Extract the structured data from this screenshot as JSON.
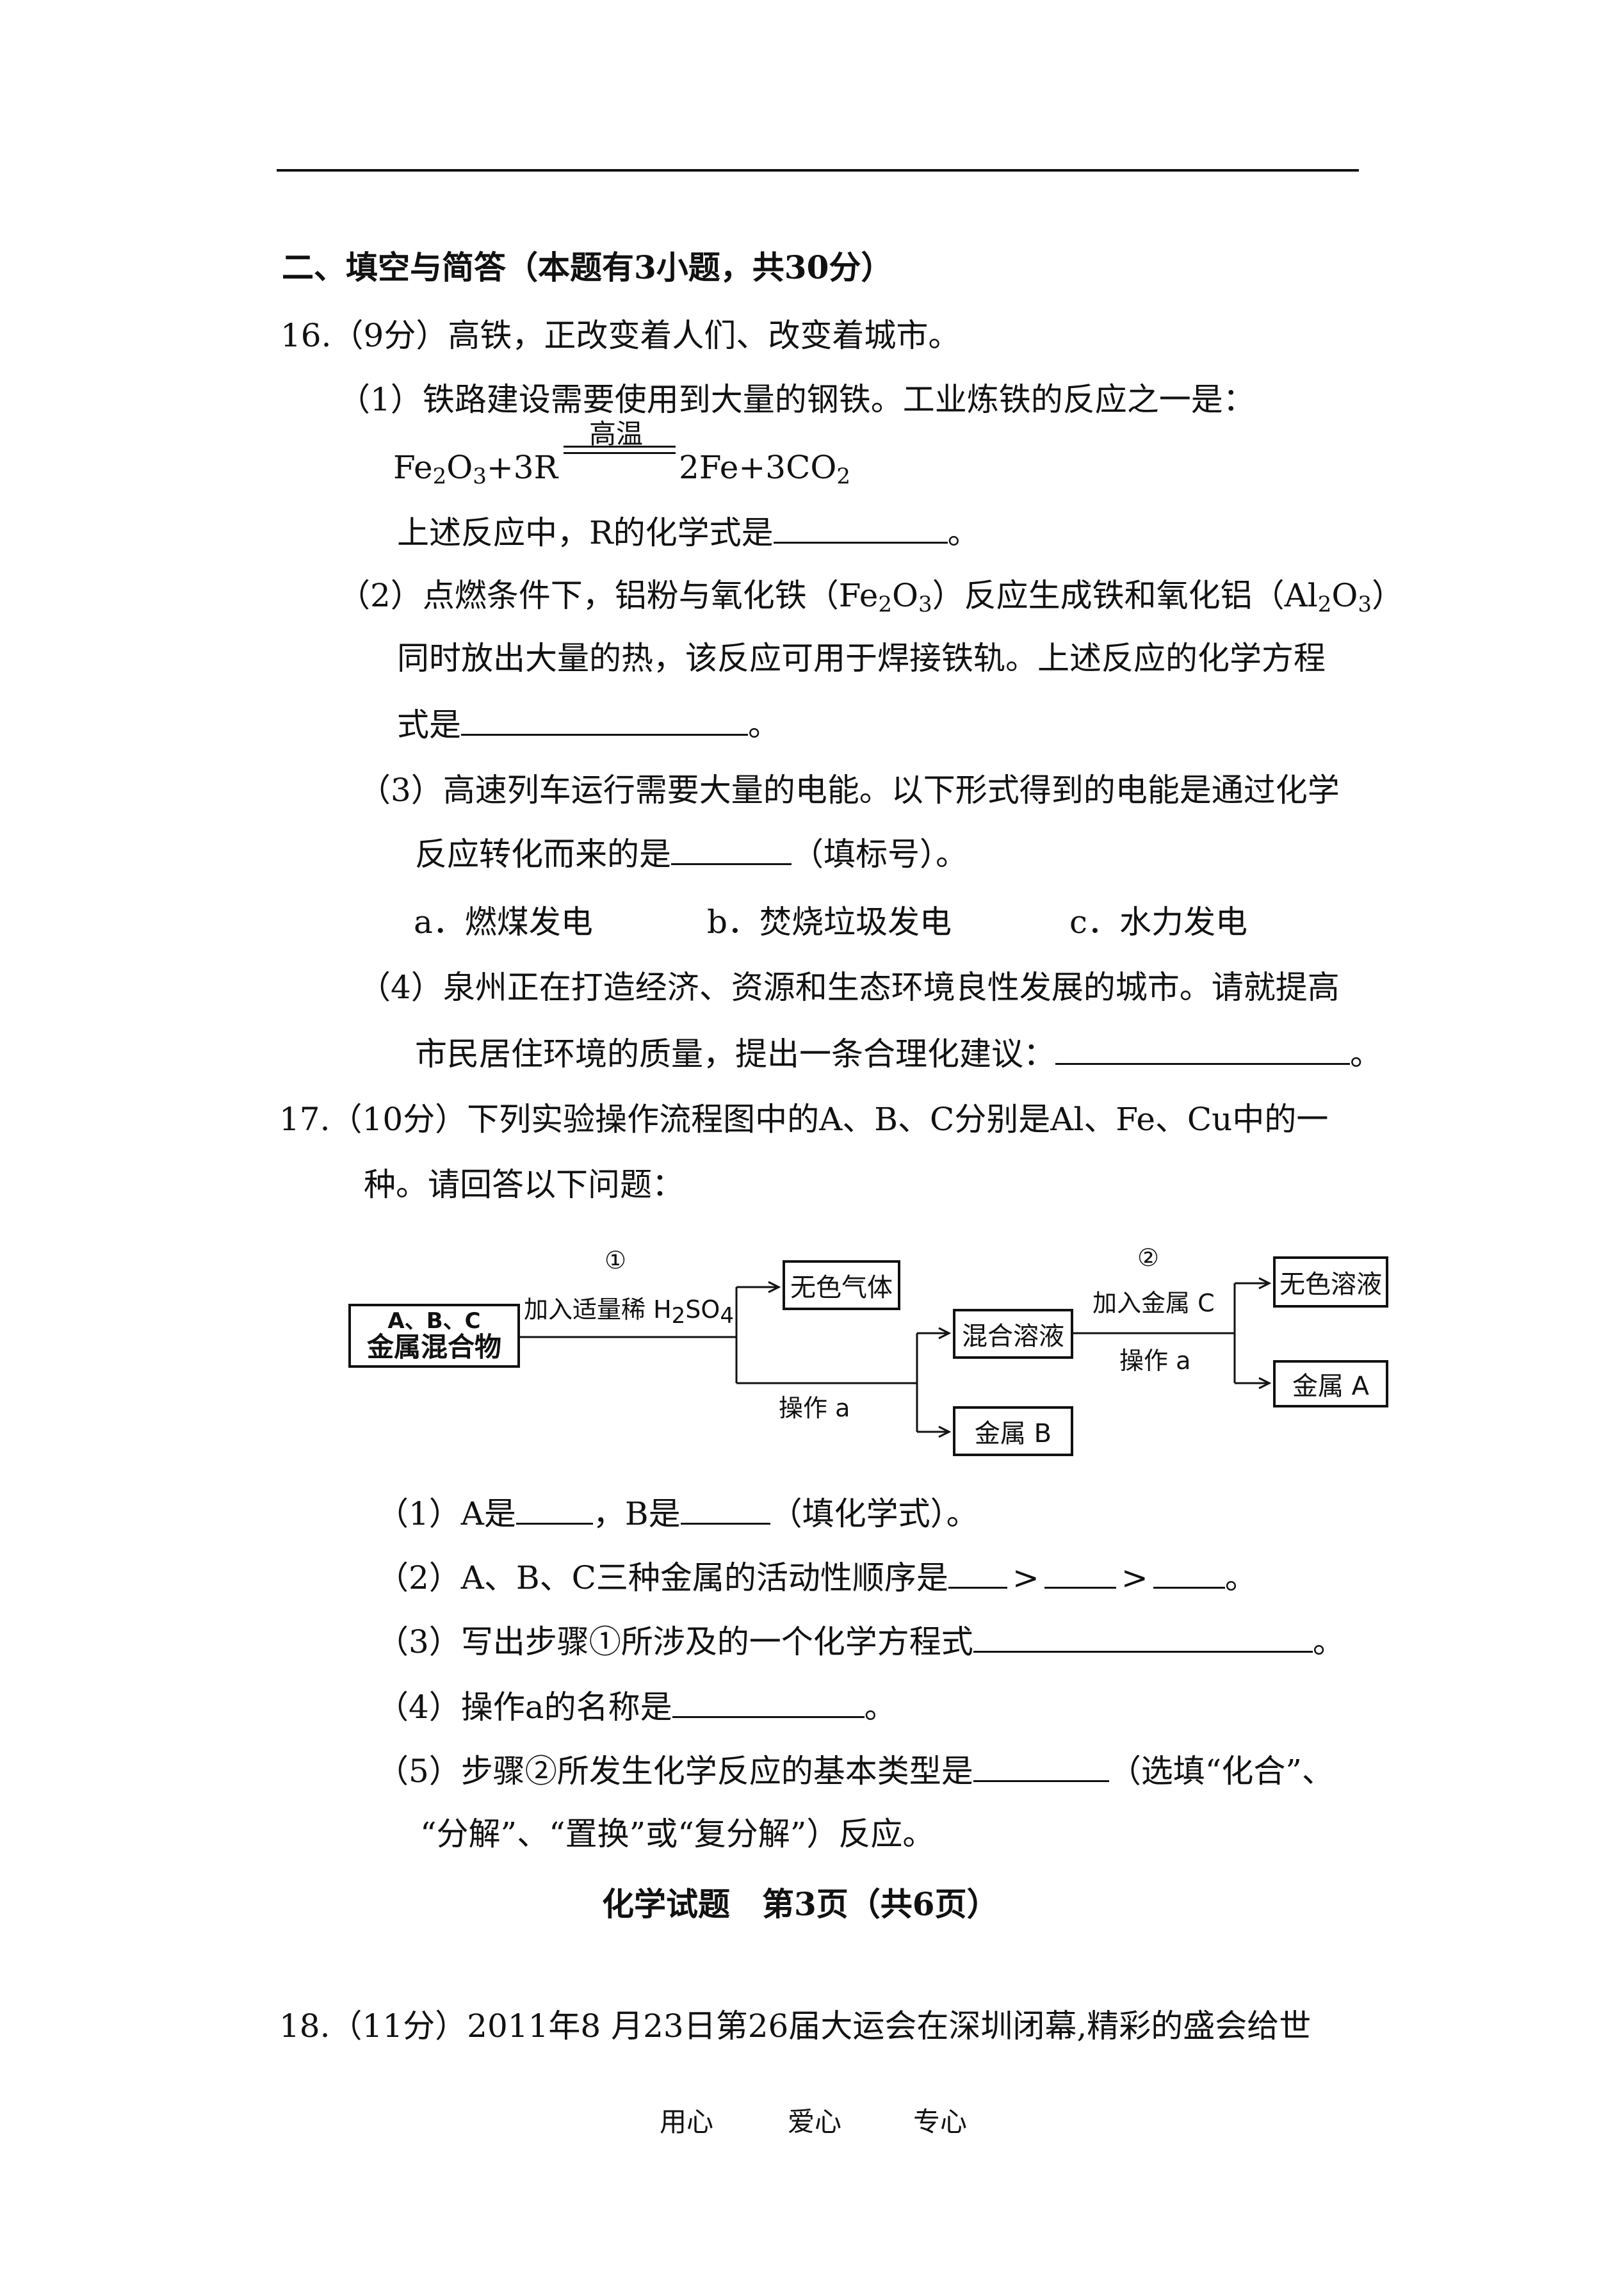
{
  "section_title": "二、填空与简答（本题有3小题，共30分）",
  "q16": {
    "number": "16.",
    "score": "（9分）",
    "stem": "高铁，正改变着人们、改变着城市。",
    "p1": {
      "label": "（1）",
      "text": "铁路建设需要使用到大量的钢铁。工业炼铁的反应之一是：",
      "eq_left": "Fe",
      "eq_s1": "2",
      "eq_o": "O",
      "eq_s2": "3",
      "eq_plus": "+3R",
      "eq_cond": "高温",
      "eq_right": "2Fe+3CO",
      "eq_s3": "2",
      "ask_a": "上述反应中，R的化学式是",
      "ask_end": "。"
    },
    "p2": {
      "label": "（2）",
      "l1a": "点燃条件下，铝粉与氧化铁（Fe",
      "l1s1": "2",
      "l1b": "O",
      "l1s2": "3",
      "l1c": "）反应生成铁和氧化铝（Al",
      "l1s3": "2",
      "l1d": "O",
      "l1s4": "3",
      "l1e": "）",
      "l2": "同时放出大量的热，该反应可用于焊接铁轨。上述反应的化学方程",
      "l3a": "式是",
      "l3end": "。"
    },
    "p3": {
      "label": "（3）",
      "l1": "高速列车运行需要大量的电能。以下形式得到的电能是通过化学",
      "l2a": "反应转化而来的是",
      "l2b": "（填标号）。",
      "opt_a": "a．燃煤发电",
      "opt_b": "b．焚烧垃圾发电",
      "opt_c": "c．水力发电"
    },
    "p4": {
      "label": "（4）",
      "l1": "泉州正在打造经济、资源和生态环境良性发展的城市。请就提高",
      "l2a": "市民居住环境的质量，提出一条合理化建议：",
      "l2end": "。"
    }
  },
  "q17": {
    "number": "17.",
    "score": "（10分）",
    "l1": "下列实验操作流程图中的A、B、C分别是Al、Fe、Cu中的一",
    "l2": "种。请回答以下问题：",
    "flow": {
      "start_l1": "A、B、C",
      "start_l2": "金属混合物",
      "step1_mark": "①",
      "step1_label": "加入适量稀 H",
      "step1_s1": "2",
      "step1_label2": "SO",
      "step1_s2": "4",
      "gas": "无色气体",
      "op_a1": "操作 a",
      "mix": "混合溶液",
      "metal_b": "金属 B",
      "step2_mark": "②",
      "step2_label": "加入金属 C",
      "op_a2": "操作 a",
      "colorless": "无色溶液",
      "metal_a": "金属 A"
    },
    "s1": {
      "a": "（1）A是",
      "b": "，B是",
      "c": "（填化学式）。"
    },
    "s2": {
      "a": "（2）A、B、C三种金属的活动性顺序是",
      "gt1": ">",
      "gt2": ">",
      "end": "。"
    },
    "s3": {
      "a": "（3）写出步骤①所涉及的一个化学方程式",
      "end": "。"
    },
    "s4": {
      "a": "（4）操作a的名称是",
      "end": "。"
    },
    "s5": {
      "a": "（5）步骤②所发生化学反应的基本类型是",
      "b": "（选填“化合”、",
      "l2": "“分解”、“置换”或“复分解”）反应。"
    }
  },
  "footer_page": "化学试题　第3页（共6页）",
  "q18": {
    "number": "18.",
    "score": "（11分）",
    "text": "2011年8 月23日第26届大运会在深圳闭幕,精彩的盛会给世"
  },
  "bottom": {
    "a": "用心",
    "b": "爱心",
    "c": "专心"
  }
}
